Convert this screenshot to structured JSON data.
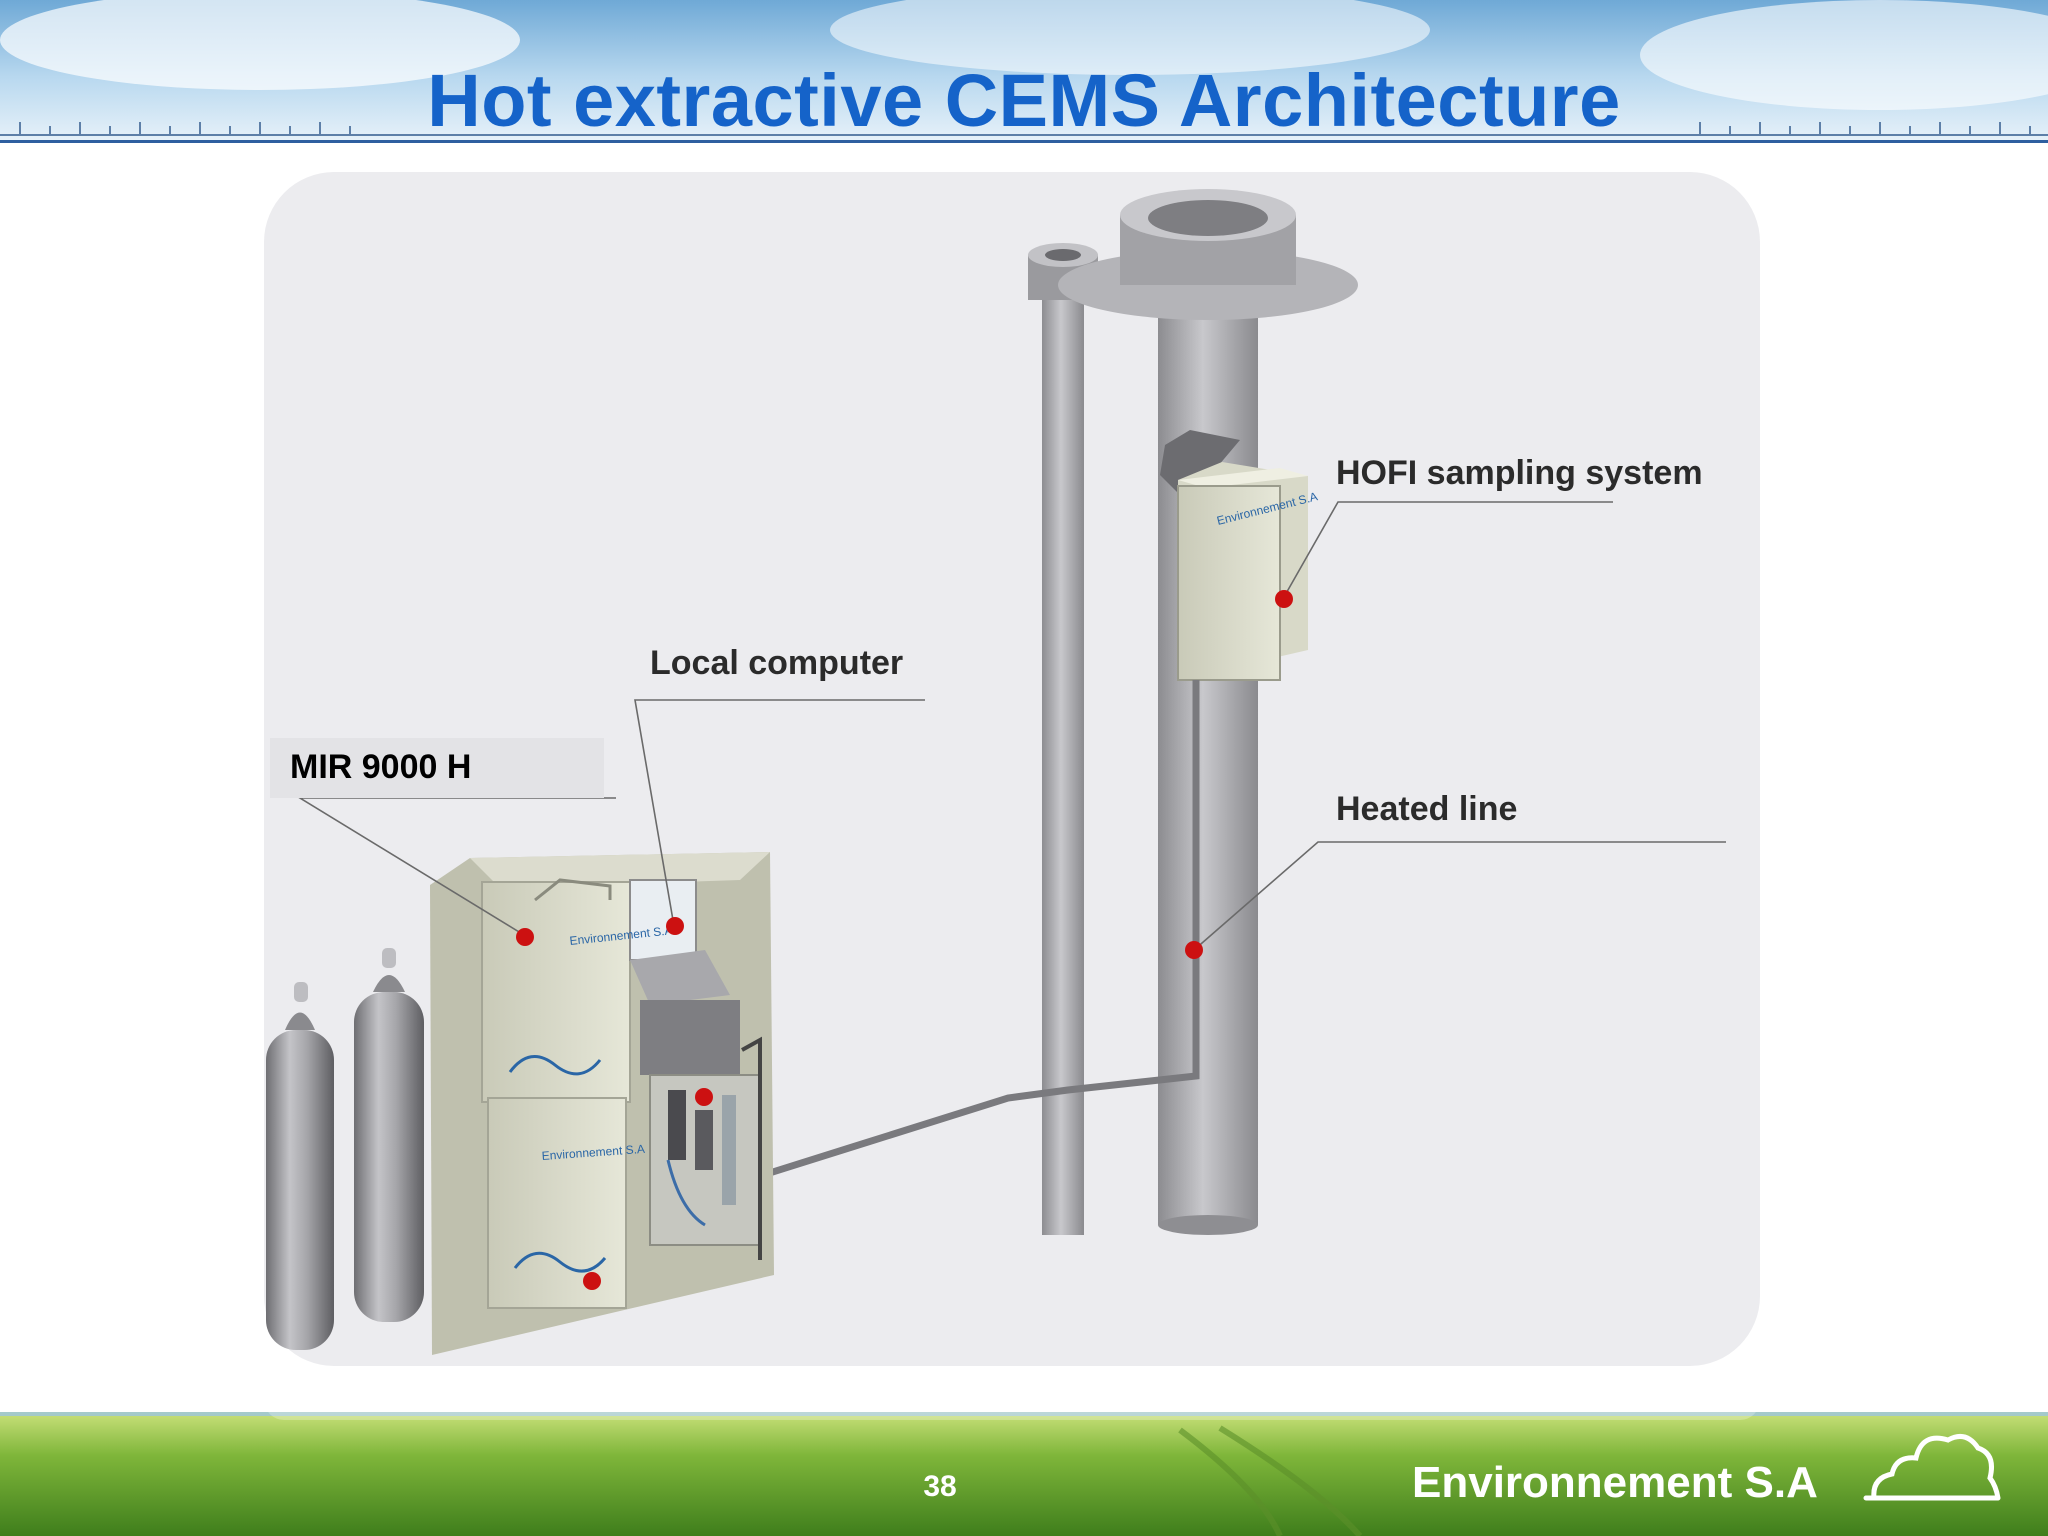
{
  "slide": {
    "title": "Hot extractive CEMS Architecture",
    "page_number": "38",
    "brand": "Environnement S.A"
  },
  "diagram": {
    "labels": {
      "hofi": "HOFI sampling system",
      "local_computer": "Local computer",
      "mir": "MIR 9000 H",
      "heated_line": "Heated line"
    }
  },
  "colors": {
    "title": "#1563c9",
    "callout_dot": "#cc1111",
    "panel": "#ececef"
  },
  "icons": [
    "cloud-logo-icon"
  ]
}
